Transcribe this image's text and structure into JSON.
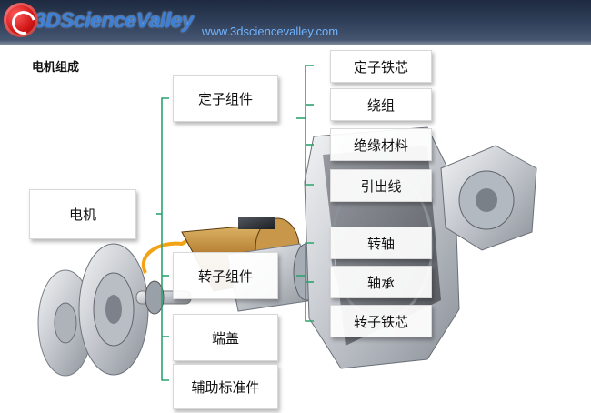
{
  "header": {
    "logo_text": "3DScienceValley",
    "url": "www.3dsciencevalley.com",
    "logo_color": "#3b7fd6"
  },
  "title": "电机组成",
  "diagram": {
    "connector_color": "#2ea36f",
    "root": {
      "label": "电机"
    },
    "level1": [
      {
        "label": "定子组件"
      },
      {
        "label": "转子组件"
      },
      {
        "label": "端盖"
      },
      {
        "label": "辅助标准件"
      }
    ],
    "stator_parts": [
      {
        "label": "定子铁芯"
      },
      {
        "label": "绕组"
      },
      {
        "label": "绝缘材料"
      },
      {
        "label": "引出线"
      }
    ],
    "rotor_parts": [
      {
        "label": "转轴"
      },
      {
        "label": "轴承"
      },
      {
        "label": "转子铁芯"
      }
    ]
  }
}
